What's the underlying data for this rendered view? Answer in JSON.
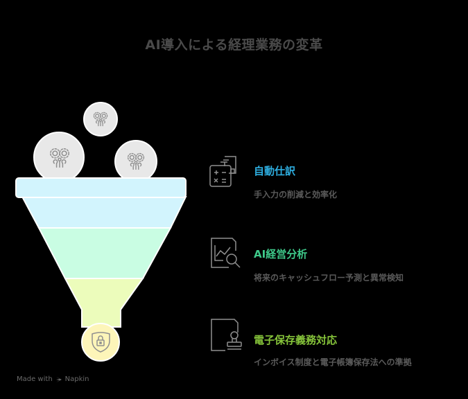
{
  "title": "AI導入による経理業務の変革",
  "colors": {
    "funnel_band_1": "#d2f4fd",
    "funnel_band_2": "#c9fde3",
    "funnel_band_3": "#ecfcbb",
    "funnel_output": "#fdf5b9",
    "input_bubble": "#e8e8e8",
    "icon_gray": "#8f8f8f"
  },
  "inputs": [
    {
      "icon": "flowers-icon"
    },
    {
      "icon": "flowers-icon"
    },
    {
      "icon": "flowers-icon"
    }
  ],
  "output": {
    "icon": "shield-lock-icon"
  },
  "items": [
    {
      "icon": "calculator-document-icon",
      "heading": "自動仕訳",
      "description": "手入力の削減と効率化",
      "color": "#2eaee0"
    },
    {
      "icon": "chart-search-icon",
      "heading": "AI経営分析",
      "description": "将来のキャッシュフロー予測と異常検知",
      "color": "#3ec98a"
    },
    {
      "icon": "document-stamp-icon",
      "heading": "電子保存義務対応",
      "description": "インボイス制度と電子帳簿保存法への準拠",
      "color": "#86c43a"
    }
  ],
  "footer": {
    "made_with": "Made with",
    "brand": "Napkin"
  }
}
